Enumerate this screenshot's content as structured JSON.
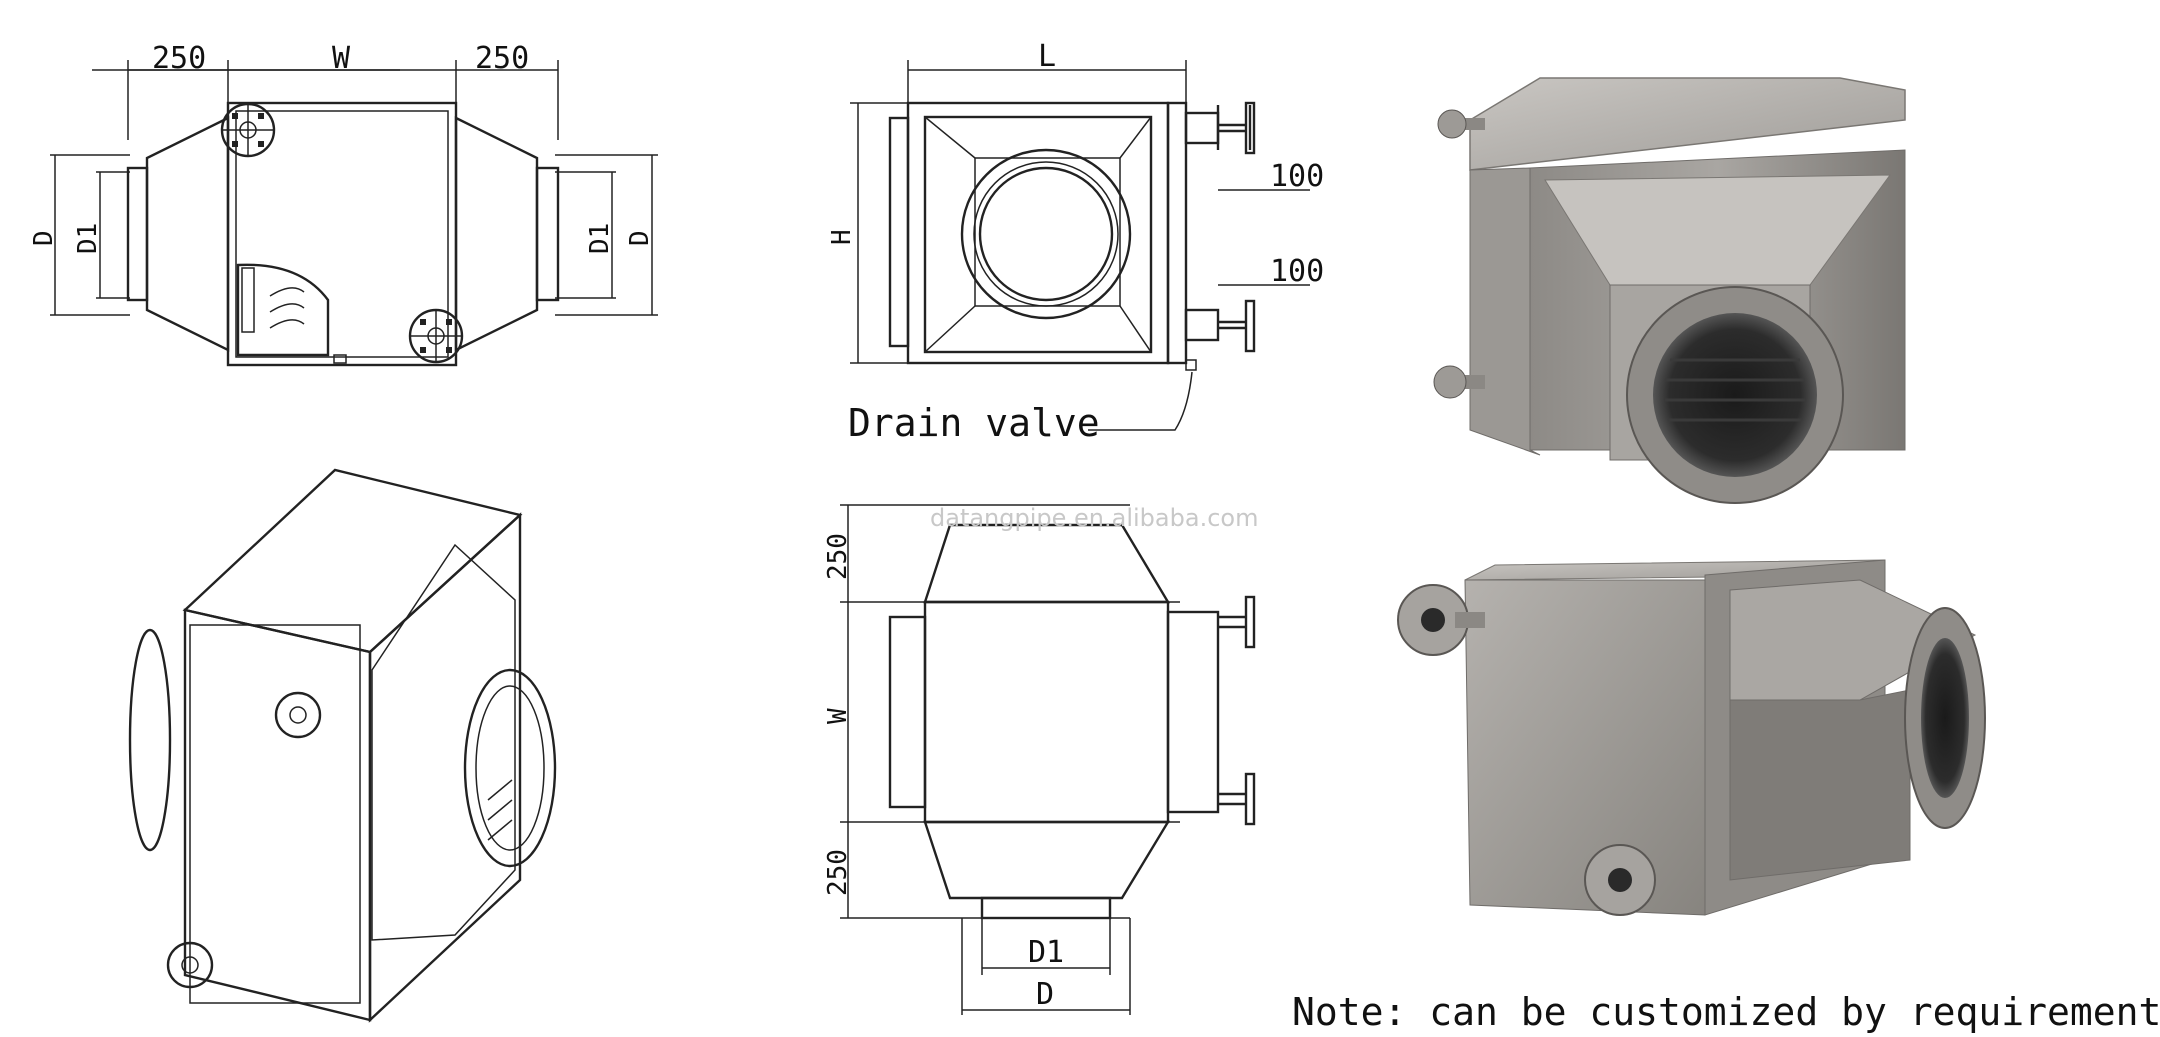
{
  "front_view": {
    "dim_left": "250",
    "dim_width": "W",
    "dim_right": "250",
    "dim_d_left": "D",
    "dim_d1_left": "D1",
    "dim_d1_right": "D1",
    "dim_d_right": "D"
  },
  "side_view": {
    "dim_length": "L",
    "dim_height": "H",
    "dim_top_offset": "100",
    "dim_bottom_offset": "100",
    "drain_label": "Drain valve"
  },
  "top_view": {
    "dim_top": "250",
    "dim_width": "W",
    "dim_bottom": "250",
    "dim_d1": "D1",
    "dim_d": "D"
  },
  "watermark": "datangpipe.en.alibaba.com",
  "note": "Note: can be customized by requirements",
  "colors": {
    "line": "#222222",
    "metal_light": "#b9b6b2",
    "metal_dark": "#6f6c69",
    "watermark": "#c8c8c8"
  }
}
